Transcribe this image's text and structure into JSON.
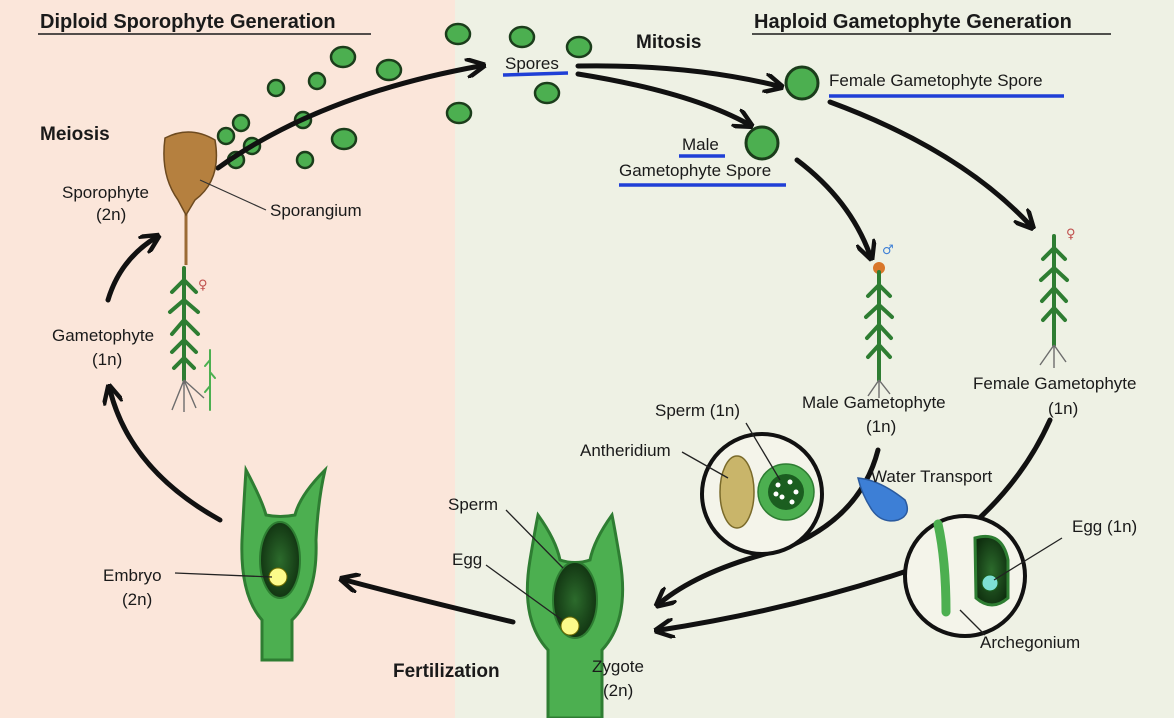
{
  "headers": {
    "diploid": "Diploid Sporophyte Generation",
    "haploid": "Haploid Gametophyte Generation"
  },
  "stages": {
    "meiosis": "Meiosis",
    "mitosis": "Mitosis",
    "fertilization": "Fertilization"
  },
  "labels": {
    "spores": "Spores",
    "female_spore": "Female Gametophyte Spore",
    "male_spore_line1": "Male",
    "male_spore_line2": "Gametophyte Spore",
    "sporophyte_line1": "Sporophyte",
    "sporophyte_line2": "(2n)",
    "sporangium": "Sporangium",
    "gametophyte_line1": "Gametophyte",
    "gametophyte_line2": "(1n)",
    "male_gametophyte_line1": "Male Gametophyte",
    "male_gametophyte_line2": "(1n)",
    "female_gametophyte_line1": "Female Gametophyte",
    "female_gametophyte_line2": "(1n)",
    "sperm_1n": "Sperm (1n)",
    "antheridium": "Antheridium",
    "water_transport": "Water Transport",
    "egg_1n": "Egg (1n)",
    "archegonium": "Archegonium",
    "sperm": "Sperm",
    "egg": "Egg",
    "zygote_line1": "Zygote",
    "zygote_line2": "(2n)",
    "embryo_line1": "Embryo",
    "embryo_line2": "(2n)"
  },
  "symbols": {
    "male": "♂",
    "female": "♀"
  },
  "colors": {
    "diploid_bg": "#fbe6da",
    "haploid_bg": "#eef1e4",
    "spore_fill": "#4caf50",
    "spore_stroke": "#1b3d1b",
    "underline_blue": "#1f3fd6",
    "plant_green": "#2e7d32",
    "water_blue": "#3d7fd6",
    "sporangium_brown": "#b5803f",
    "arrow": "#111111"
  }
}
